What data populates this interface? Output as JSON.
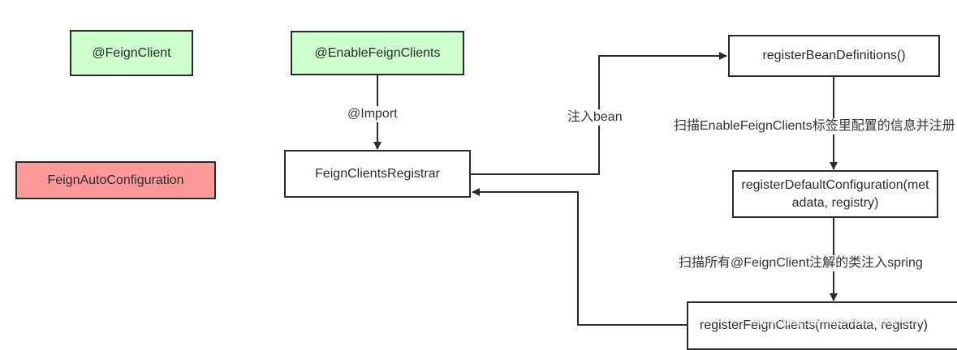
{
  "colors": {
    "green_fill": "#ccffcc",
    "red_fill": "#ff9999",
    "stroke": "#2b2b2b"
  },
  "nodes": {
    "feign_client": "@FeignClient",
    "enable_feign_clients": "@EnableFeignClients",
    "feign_auto_configuration": "FeignAutoConfiguration",
    "feign_clients_registrar": "FeignClientsRegistrar",
    "register_bean_definitions": "registerBeanDefinitions()",
    "register_default_configuration": "registerDefaultConfiguration(metadata, registry)",
    "register_feign_clients": "registerFeignClients(metadata, registry)"
  },
  "edge_labels": {
    "import": "@Import",
    "inject_bean": "注入bean",
    "scan_enable": "扫描EnableFeignClients标签里配置的信息并注册",
    "scan_all": "扫描所有@FeignClient注解的类注入spring"
  },
  "watermark": "https://blog.csdn.net/weixin_43817709"
}
